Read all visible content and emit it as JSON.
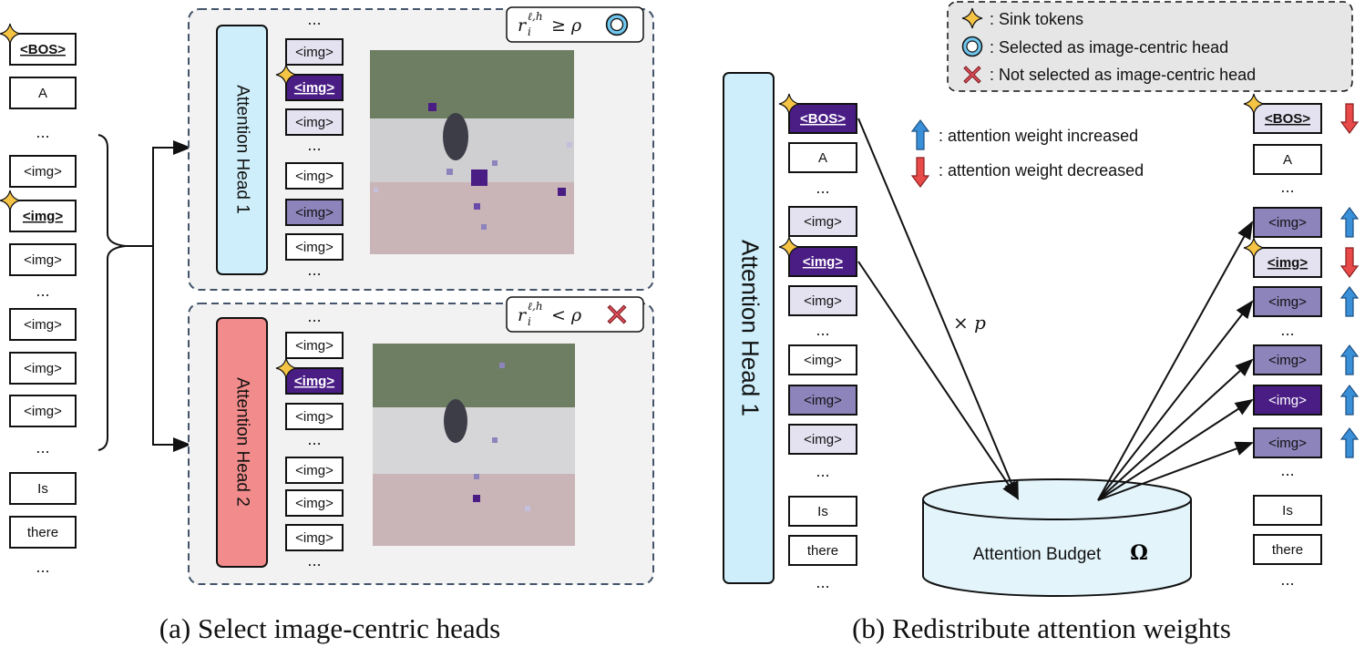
{
  "figure": {
    "caption_a": "(a) Select image-centric heads",
    "caption_b": "(b) Redistribute attention weights"
  },
  "tokens": {
    "bos": "<BOS>",
    "a": "A",
    "img": "<img>",
    "is": "Is",
    "there": "there",
    "ellipsis": "..."
  },
  "panel_a": {
    "head1_label": "Attention Head 1",
    "head2_label": "Attention Head 2",
    "cond_selected": "r_i^{ℓ,h} ≥ ρ",
    "cond_selected_lhs": "r",
    "cond_selected_sub": "i",
    "cond_selected_sup": "ℓ,h",
    "cond_selected_rhs": "≥ ρ",
    "cond_rejected_rhs": "< ρ",
    "colors": {
      "head1": "#cdeefa",
      "head2": "#f28b8b",
      "panel_bg": "#f2f2f2"
    }
  },
  "panel_b": {
    "head_label": "Attention Head 1",
    "multiplier": "× p",
    "budget_label": "Attention Budget",
    "budget_symbol": "Ω",
    "legend": {
      "sink": ": Sink tokens",
      "selected": ": Selected as image-centric head",
      "not_selected": ": Not selected as image-centric head"
    },
    "arrow_legend": {
      "increase": ": attention weight increased",
      "decrease": ": attention weight decreased"
    },
    "colors": {
      "head": "#cdeefa",
      "budget": "#e3f4fb",
      "up_arrow": "#3a8fd9",
      "down_arrow": "#e84a4a"
    }
  },
  "shade_colors": {
    "light": "#e4e2f0",
    "mid": "#8c84bb",
    "dark": "#4a1d85",
    "none": "#ffffff"
  }
}
